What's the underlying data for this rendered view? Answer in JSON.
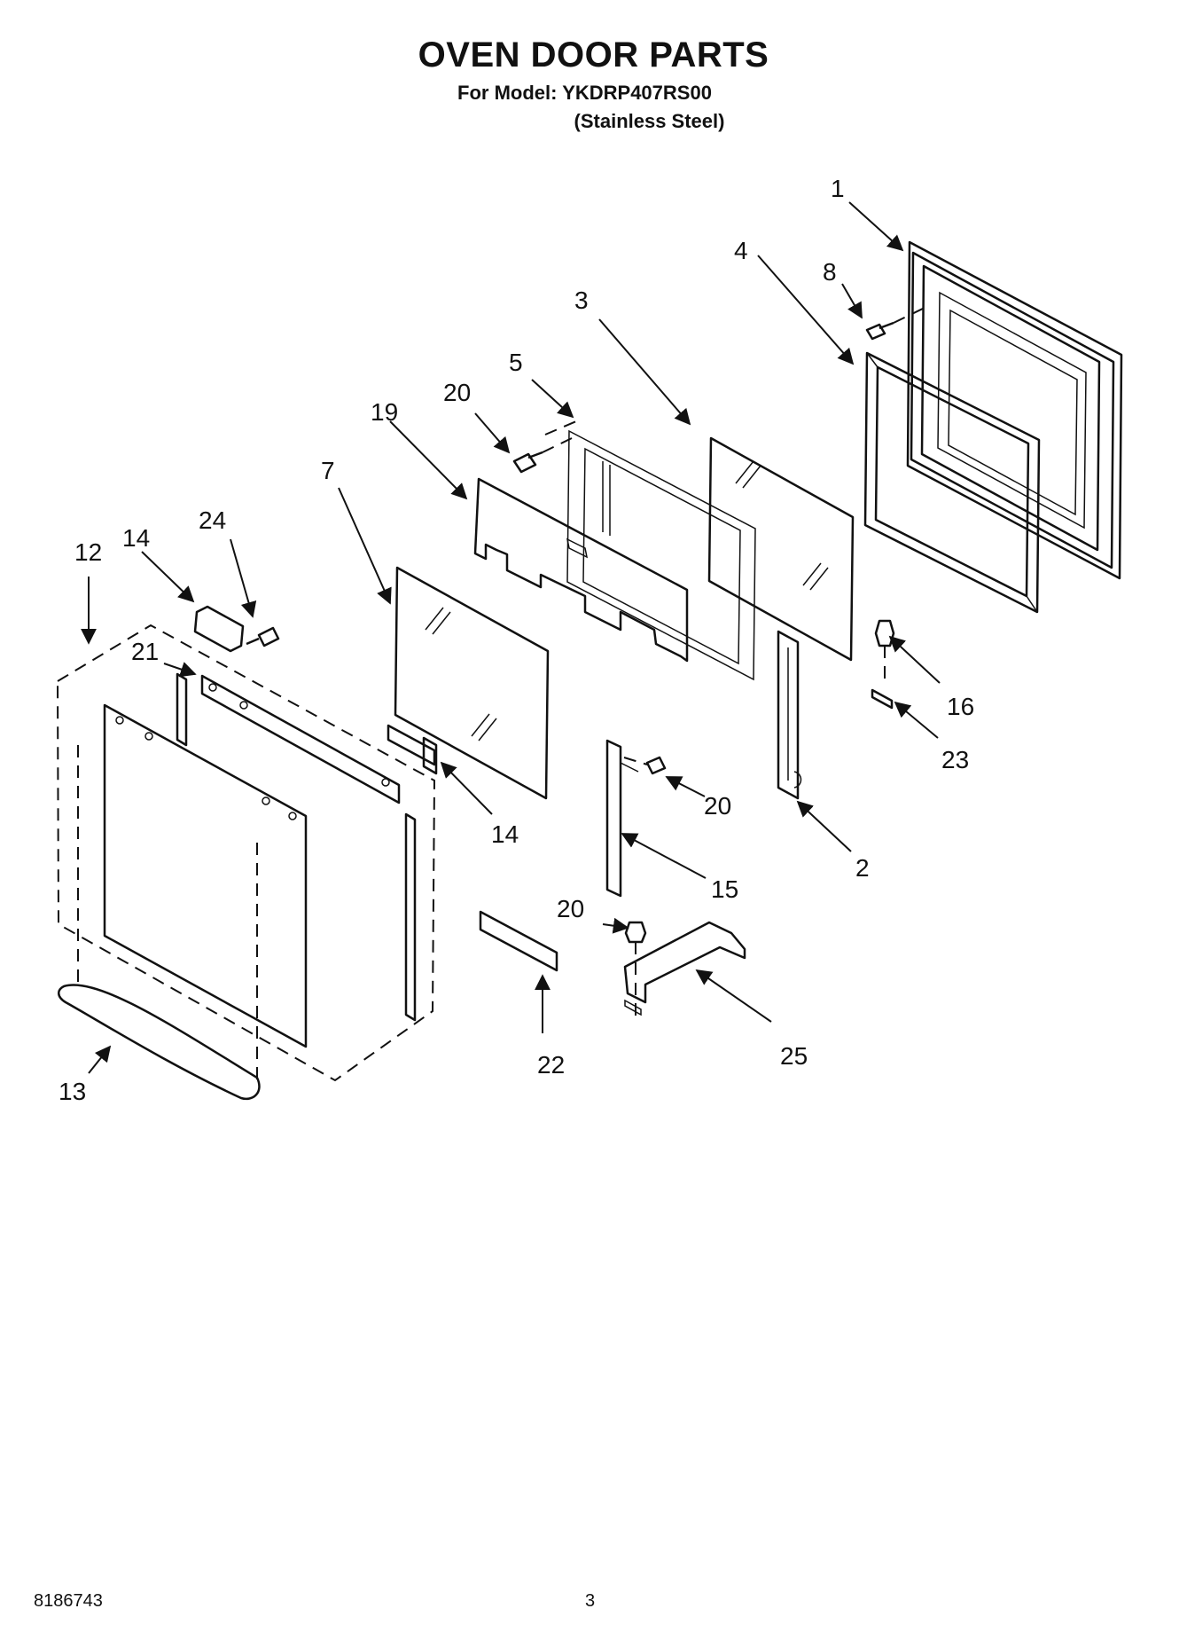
{
  "header": {
    "title": "OVEN DOOR PARTS",
    "model_line": "For Model: YKDRP407RS00",
    "finish_line": "(Stainless Steel)"
  },
  "footer": {
    "document_number": "8186743",
    "page_number": "3"
  },
  "callouts": {
    "c1": "1",
    "c2": "2",
    "c3": "3",
    "c4": "4",
    "c5": "5",
    "c7": "7",
    "c8": "8",
    "c12": "12",
    "c13": "13",
    "c14a": "14",
    "c14b": "14",
    "c15": "15",
    "c16": "16",
    "c19": "19",
    "c20a": "20",
    "c20b": "20",
    "c20c": "20",
    "c21": "21",
    "c22": "22",
    "c23": "23",
    "c24": "24",
    "c25": "25"
  }
}
